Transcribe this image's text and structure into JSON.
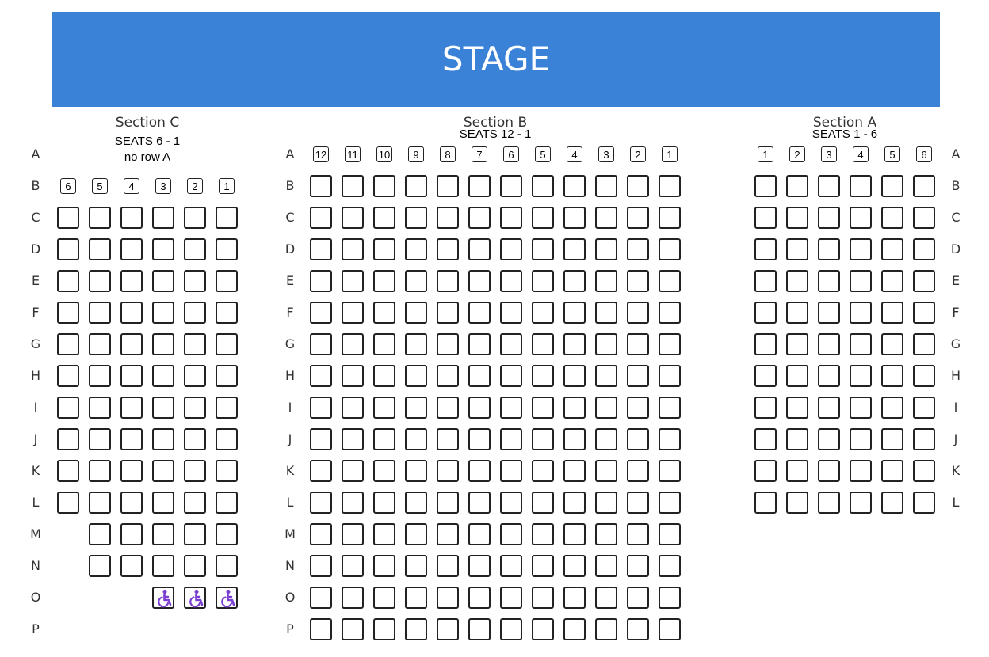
{
  "stage": {
    "label": "STAGE",
    "color": "#3a82d8"
  },
  "row_letters": [
    "A",
    "B",
    "C",
    "D",
    "E",
    "F",
    "G",
    "H",
    "I",
    "J",
    "K",
    "L",
    "M",
    "N",
    "O",
    "P"
  ],
  "sections": {
    "C": {
      "title": "Section C",
      "seats_note": "SEATS 6 - 1",
      "extra_note": "no row A",
      "first_row_numbers": [
        "6",
        "5",
        "4",
        "3",
        "2",
        "1"
      ],
      "wheelchair_row": "O",
      "wheelchair_count": 3
    },
    "B": {
      "title": "Section B",
      "seats_note": "SEATS 12 - 1",
      "first_row_numbers": [
        "12",
        "11",
        "10",
        "9",
        "8",
        "7",
        "6",
        "5",
        "4",
        "3",
        "2",
        "1"
      ]
    },
    "A": {
      "title": "Section A",
      "seats_note": "SEATS 1 - 6",
      "first_row_numbers": [
        "1",
        "2",
        "3",
        "4",
        "5",
        "6"
      ]
    }
  },
  "icons": {
    "wheelchair": "wheelchair-icon",
    "wheelchair_color": "#7a3fd0"
  }
}
